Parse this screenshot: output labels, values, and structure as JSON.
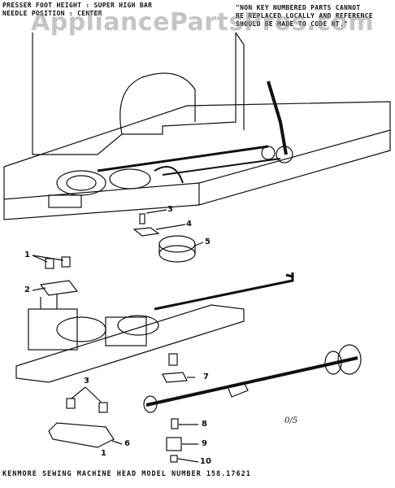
{
  "header": {
    "left_line1": "PRESSER FOOT HEIGHT : SUPER HIGH BAR",
    "left_line2": "NEEDLE POSITION : CENTER",
    "note_line1": "\"NON KEY NUMBERED PARTS CANNOT",
    "note_line2": "BE REPLACED LOCALLY AND REFERENCE",
    "note_line3": "SHOULD BE MADE TO CODE NT.\""
  },
  "watermark": "AppliancePartsPros.com",
  "callouts": [
    "1",
    "2",
    "3",
    "4",
    "5",
    "6",
    "7",
    "8",
    "9",
    "10",
    "3",
    "1"
  ],
  "handwritten_note": "0/5",
  "footer": "KENMORE SEWING MACHINE HEAD MODEL NUMBER 158.17621"
}
